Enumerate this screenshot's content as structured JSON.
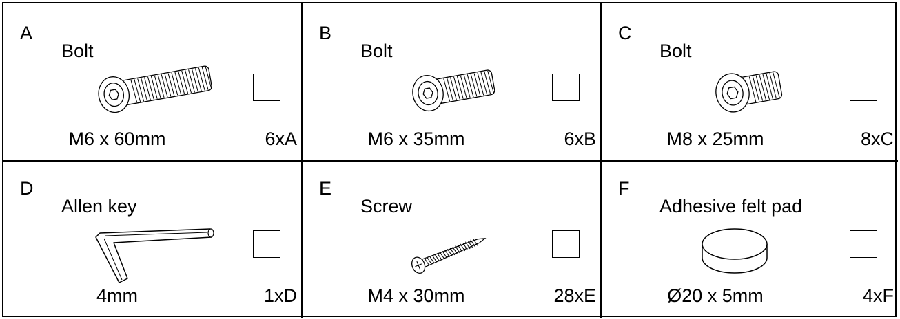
{
  "parts": [
    {
      "letter": "A",
      "name": "Bolt",
      "size": "M6 x 60mm",
      "qty": "6xA",
      "icon": "bolt-long-icon"
    },
    {
      "letter": "B",
      "name": "Bolt",
      "size": "M6 x 35mm",
      "qty": "6xB",
      "icon": "bolt-medium-icon"
    },
    {
      "letter": "C",
      "name": "Bolt",
      "size": "M8 x 25mm",
      "qty": "8xC",
      "icon": "bolt-short-icon"
    },
    {
      "letter": "D",
      "name": "Allen key",
      "size": "4mm",
      "qty": "1xD",
      "icon": "allen-key-icon"
    },
    {
      "letter": "E",
      "name": "Screw",
      "size": "M4 x 30mm",
      "qty": "28xE",
      "icon": "screw-icon"
    },
    {
      "letter": "F",
      "name": "Adhesive felt pad",
      "size": "Ø20 x 5mm",
      "qty": "4xF",
      "icon": "felt-pad-icon"
    }
  ]
}
